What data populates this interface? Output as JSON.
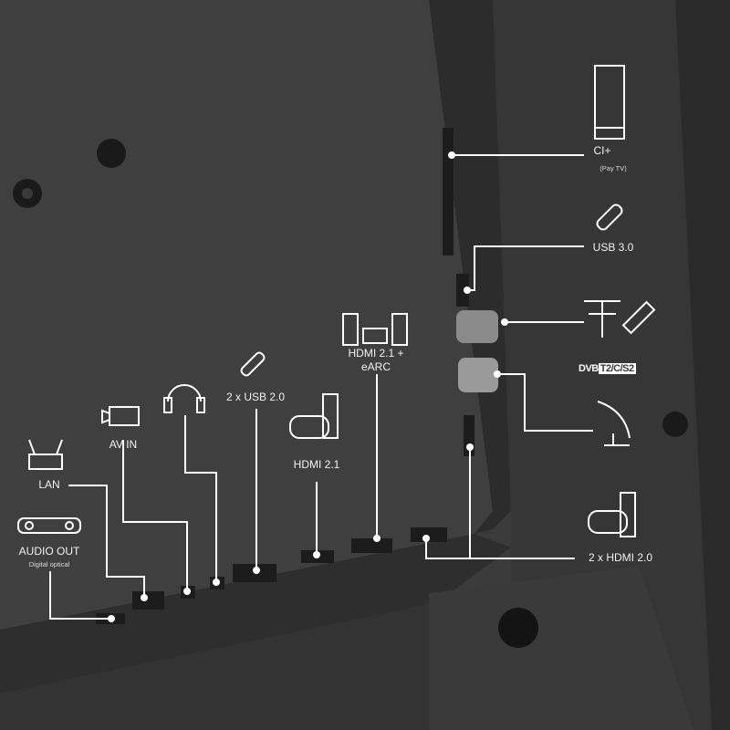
{
  "labels": {
    "ci": "CI+",
    "ci_sub": "(Pay TV)",
    "usb3": "USB 3.0",
    "dvb_prefix": "DVB",
    "dvb_standards": "T2/C/S2",
    "hdmi20": "2 x HDMI 2.0",
    "hdmi21_earc": "HDMI 2.1 +",
    "hdmi21_earc_line2": "eARC",
    "hdmi21": "HDMI 2.1",
    "usb2": "2 x USB 2.0",
    "av_in": "AV IN",
    "lan": "LAN",
    "audio_out": "AUDIO OUT",
    "audio_out_sub": "Digital optical"
  },
  "colors": {
    "panel": "#3d3d3e",
    "line": "#ffffff",
    "dark": "#1e1e1f"
  }
}
